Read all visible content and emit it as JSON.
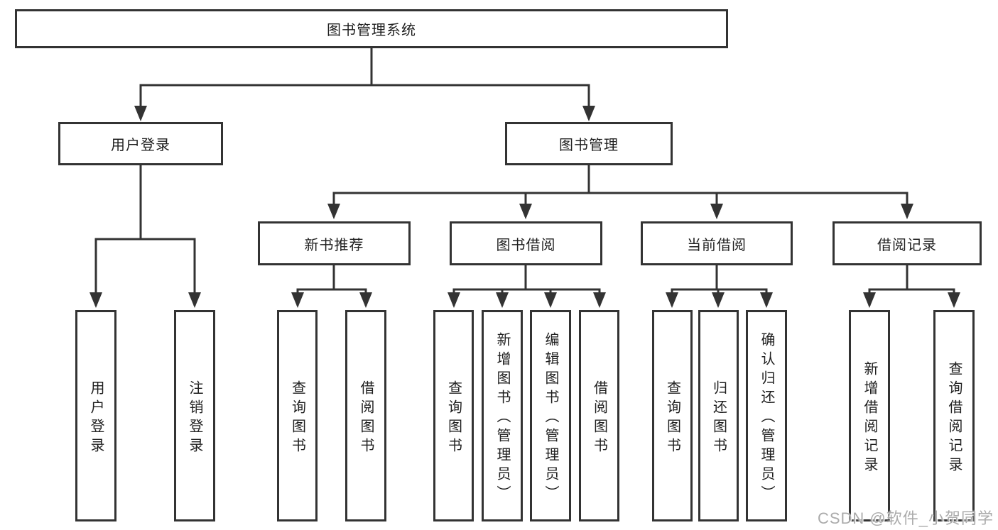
{
  "nodes": {
    "root": "图书管理系统",
    "user_login": "用户登录",
    "book_management": "图书管理",
    "new_book_recommend": "新书推荐",
    "book_borrow": "图书借阅",
    "current_borrow": "当前借阅",
    "borrow_records": "借阅记录",
    "leaves": {
      "user_login": "用户登录",
      "logout": "注销登录",
      "recommend_query_books": "查询图书",
      "recommend_borrow_books": "借阅图书",
      "borrow_query_books": "查询图书",
      "borrow_add_books_admin": "新增图书（管理员）",
      "borrow_edit_books_admin": "编辑图书（管理员）",
      "borrow_borrow_books": "借阅图书",
      "current_query_books": "查询图书",
      "current_return_books": "归还图书",
      "current_confirm_return_admin": "确认归还（管理员）",
      "records_add_record": "新增借阅记录",
      "records_query_record": "查询借阅记录"
    }
  },
  "watermark": "CSDN @软件_小贺同学",
  "colors": {
    "line": "#333333",
    "box_border": "#333333",
    "box_background": "#ffffff",
    "text": "#1f1f1f",
    "watermark_text": "#ababab",
    "background": "#ffffff"
  }
}
